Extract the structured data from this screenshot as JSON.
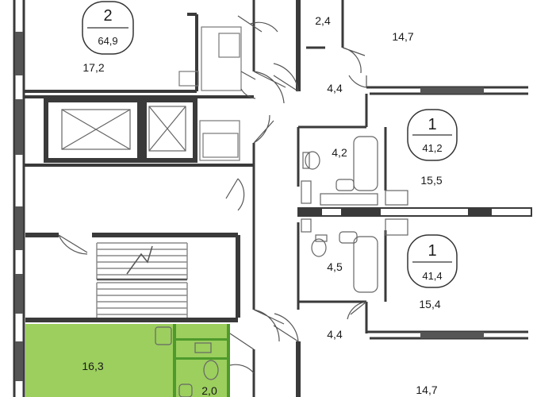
{
  "apartments": [
    {
      "rooms": "2",
      "total_area": "64,9"
    },
    {
      "rooms": "1",
      "total_area": "41,2"
    },
    {
      "rooms": "1",
      "total_area": "41,4"
    }
  ],
  "room_areas": {
    "apt2_living": "17,2",
    "top_small": "2,4",
    "top_right_room": "14,7",
    "hall_upper": "4,4",
    "bath_upper": "4,2",
    "apt1a_room": "15,5",
    "bath_lower": "4,5",
    "hall_lower": "4,4",
    "apt1b_room": "15,4",
    "bottom_right_room": "14,7",
    "green_room": "16,3",
    "green_bath": "2,0"
  },
  "colors": {
    "wall": "#3a3a3a",
    "thin_wall": "#9a9a9a",
    "window": "#555555",
    "highlight": "#9ccf5e",
    "highlight_dark": "#4f9a2c"
  }
}
